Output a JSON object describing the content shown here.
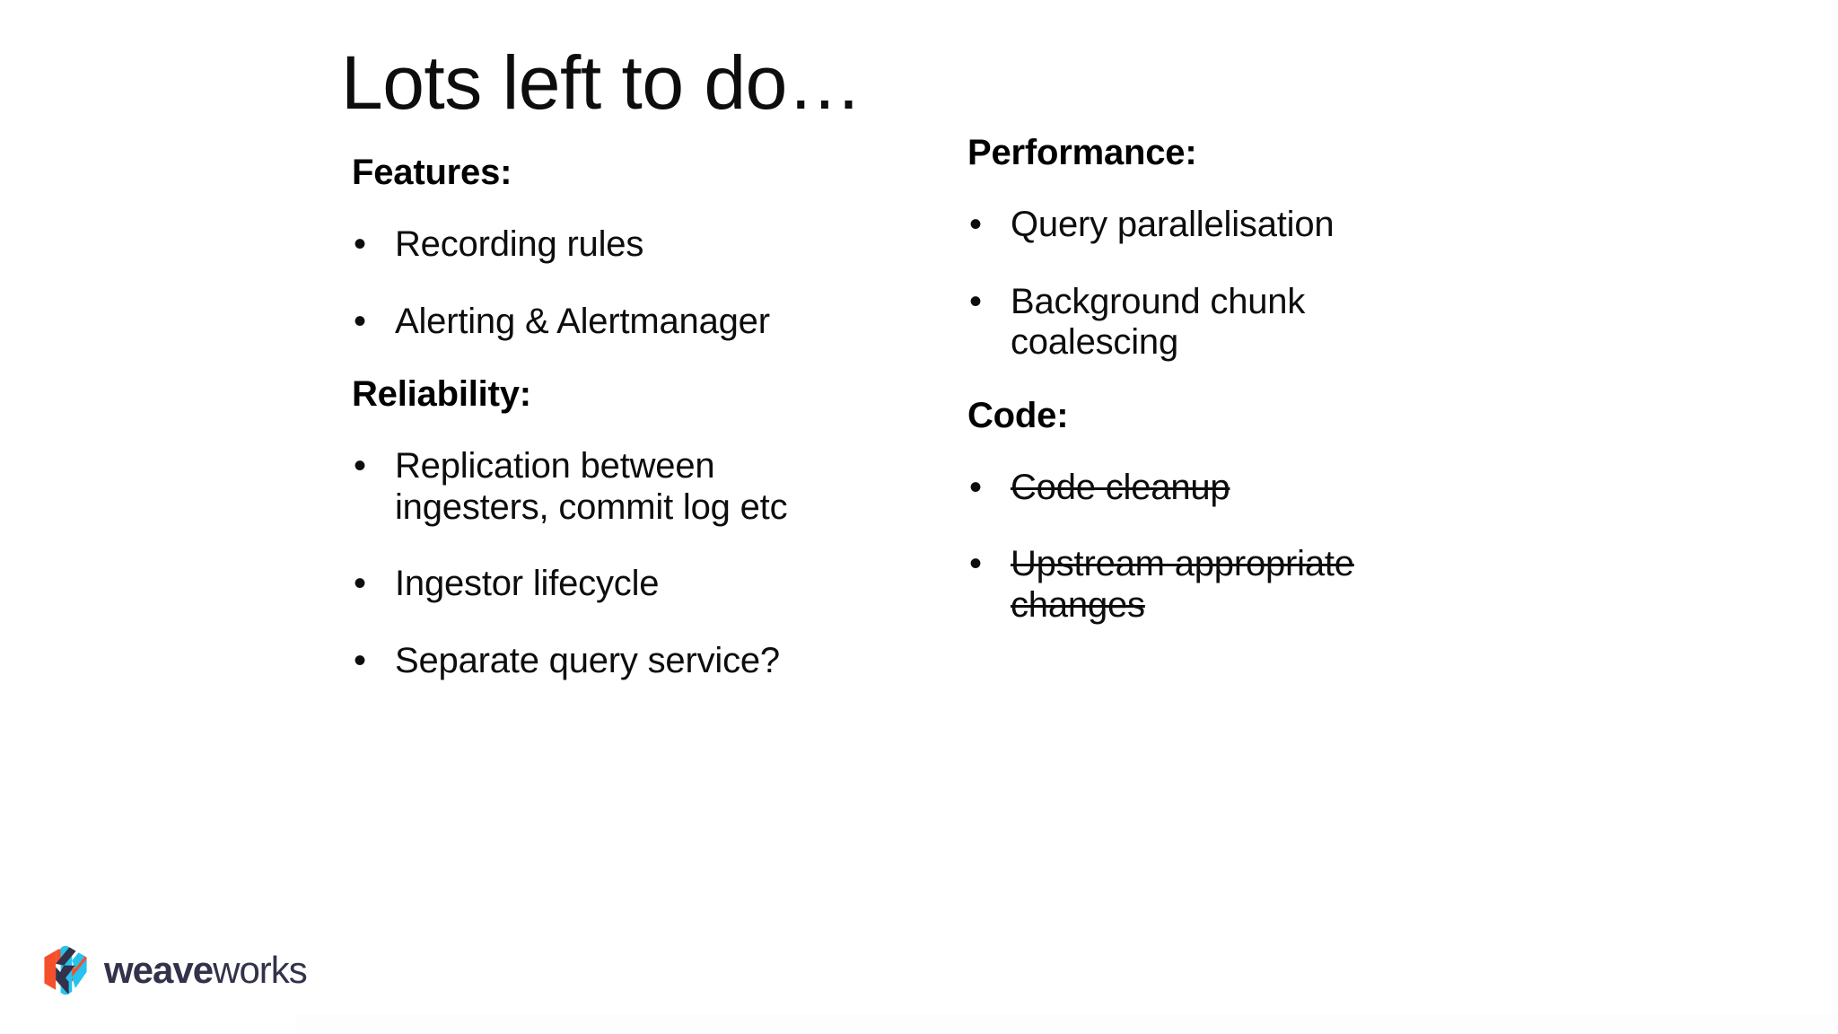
{
  "slide": {
    "title": "Lots left to do…",
    "background_color": "#ffffff",
    "text_color": "#0d0d0d"
  },
  "columns": {
    "left": {
      "sections": [
        {
          "heading": "Features:",
          "bullets": [
            {
              "text": "Recording rules",
              "struck": false
            },
            {
              "text": "Alerting & Alertmanager",
              "struck": false
            }
          ]
        },
        {
          "heading": "Reliability:",
          "bullets": [
            {
              "text": "Replication between ingesters, commit log etc",
              "struck": false
            },
            {
              "text": "Ingestor lifecycle",
              "struck": false
            },
            {
              "text": "Separate query service?",
              "struck": false
            }
          ]
        }
      ]
    },
    "right": {
      "sections": [
        {
          "heading": "Performance:",
          "bullets": [
            {
              "text": "Query parallelisation",
              "struck": false
            },
            {
              "text": "Background chunk coalescing",
              "struck": false
            }
          ]
        },
        {
          "heading": "Code:",
          "bullets": [
            {
              "text": "Code cleanup",
              "struck": true
            },
            {
              "text": "Upstream appropriate changes",
              "struck": true
            }
          ]
        }
      ]
    }
  },
  "logo": {
    "name_bold": "weave",
    "name_light": "works",
    "colors": {
      "orange": "#f4502b",
      "cyan": "#27c2ed",
      "navy": "#32324b"
    }
  },
  "bullet_glyph": "•"
}
